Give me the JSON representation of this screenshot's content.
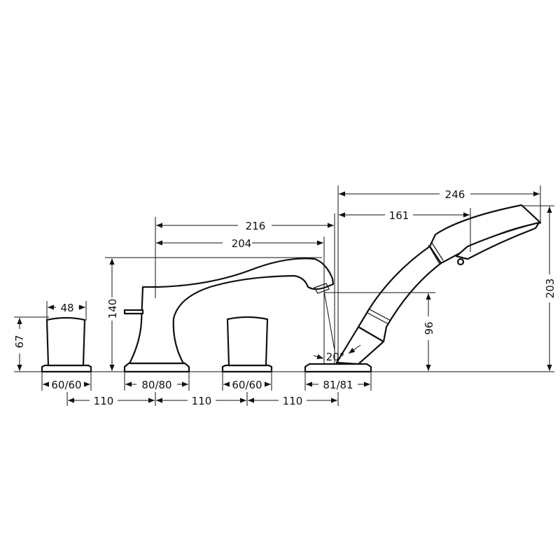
{
  "drawing": {
    "colors": {
      "line": "#111111",
      "background": "#ffffff"
    },
    "dimensions": {
      "handle_left_height": "67",
      "handle_width": "48",
      "handle_left_base": "60/60",
      "spout_height": "140",
      "spout_base": "80/80",
      "handle_right_base": "60/60",
      "spout_reach_outer": "216",
      "spout_reach_inner": "204",
      "spacing_1": "110",
      "spacing_2": "110",
      "spacing_3": "110",
      "shower_base": "81/81",
      "shower_angle": "20°",
      "shower_total_reach": "246",
      "shower_head_reach": "161",
      "spout_outlet_height": "96",
      "shower_total_height": "203"
    }
  }
}
